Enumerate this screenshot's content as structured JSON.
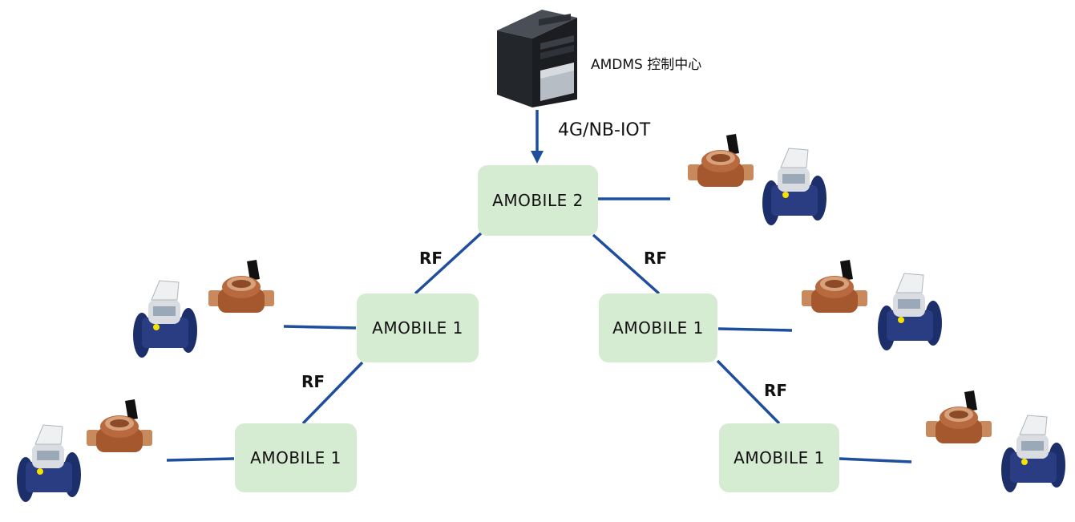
{
  "server": {
    "label": "AMDMS 控制中心",
    "icon": "tower-server-icon"
  },
  "uplink": {
    "label": "4G/NB-IOT"
  },
  "nodes": {
    "top": "AMOBILE 2",
    "mid_left": "AMOBILE 1",
    "mid_right": "AMOBILE 1",
    "bottom_left": "AMOBILE 1",
    "bottom_right": "AMOBILE 1"
  },
  "links": {
    "top_to_mid_left": "RF",
    "top_to_mid_right": "RF",
    "mid_left_to_bottom_left": "RF",
    "mid_right_to_bottom_right": "RF"
  },
  "colors": {
    "node_fill": "#d6ecd2",
    "line": "#1f4e9c",
    "brass_meter": "#b8693e",
    "blue_meter": "#1d2f6b"
  },
  "meter_icons": [
    "brass-water-meter-icon",
    "blue-flange-water-meter-icon"
  ]
}
